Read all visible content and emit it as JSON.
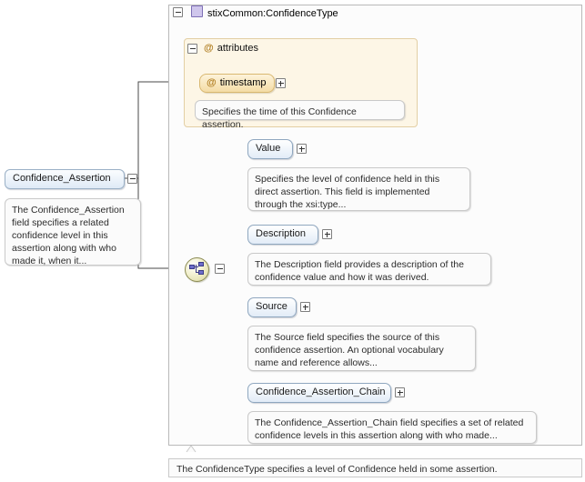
{
  "diagram": {
    "root": {
      "label": "Confidence_Assertion",
      "doc": "The Confidence_Assertion field specifies a related confidence level in this assertion along with who made it, when it..."
    },
    "type_panel": {
      "title": "stixCommon:ConfidenceType",
      "swatch_color": "#cfc6ec",
      "footer_doc": "The ConfidenceType specifies a level of Confidence held in some assertion."
    },
    "attributes_group": {
      "label": "attributes",
      "at_symbol": "@",
      "items": [
        {
          "name": "timestamp",
          "at_symbol": "@",
          "doc": "Specifies the time of this Confidence assertion."
        }
      ]
    },
    "elements": [
      {
        "name": "Value",
        "doc": "Specifies the level of confidence held in this direct assertion. This field is implemented through the xsi:type..."
      },
      {
        "name": "Description",
        "doc": "The Description field provides a description of the confidence value and how it was derived."
      },
      {
        "name": "Source",
        "doc": "The Source field specifies the source of this confidence assertion. An optional vocabulary name and reference allows..."
      },
      {
        "name": "Confidence_Assertion_Chain",
        "doc": "The Confidence_Assertion_Chain field specifies a set of related confidence levels in this assertion along with who made..."
      }
    ],
    "controls": {
      "minus": "minus-control",
      "plus": "plus-control"
    }
  }
}
